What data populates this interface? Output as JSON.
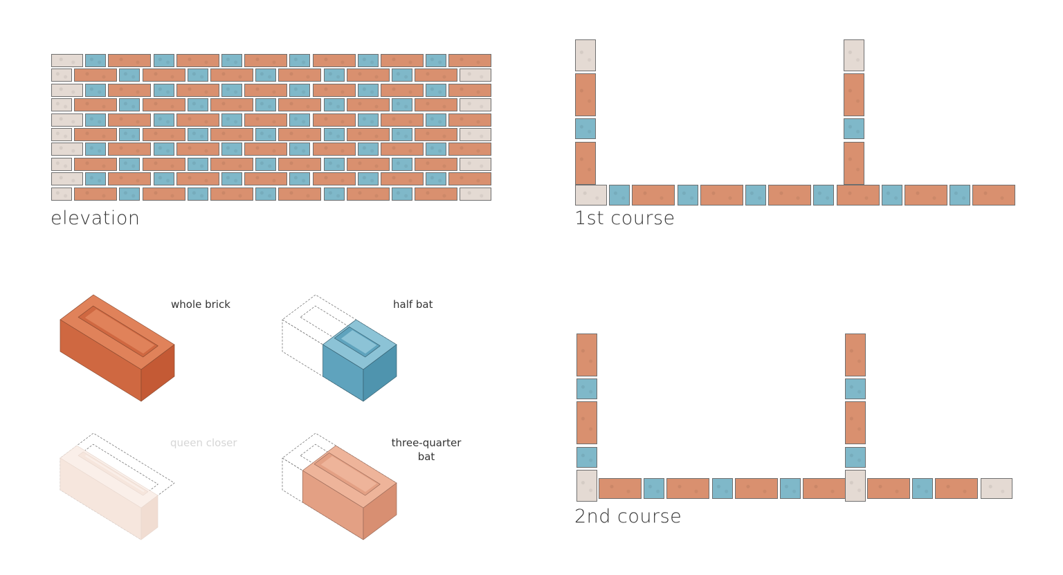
{
  "colors": {
    "whole": "#d9906f",
    "half": "#7fb8c9",
    "closer": "#e4dad3",
    "mortar": "#ffffff",
    "iso_whole": [
      "#e0825a",
      "#cf6841",
      "#c45a35"
    ],
    "iso_half": [
      "#8cc3d6",
      "#5fa3bd",
      "#4f94ae"
    ],
    "iso_three_quarter": [
      "#eeb49a",
      "#e3a084",
      "#d88f72"
    ],
    "iso_queen_closer": [
      "#faefe9",
      "#f6e6dd",
      "#f1ddd2"
    ]
  },
  "legend_codes": {
    "W": "whole brick",
    "H": "half bat",
    "Q": "queen closer"
  },
  "elevation": {
    "title": "elevation",
    "rows": [
      [
        "Qw",
        "H",
        "W",
        "H",
        "W",
        "H",
        "W",
        "H",
        "W",
        "H",
        "W",
        "H",
        "W"
      ],
      [
        "Q",
        "W",
        "H",
        "W",
        "H",
        "W",
        "H",
        "W",
        "H",
        "W",
        "H",
        "W",
        "Qw"
      ],
      [
        "Qw",
        "H",
        "W",
        "H",
        "W",
        "H",
        "W",
        "H",
        "W",
        "H",
        "W",
        "H",
        "W"
      ],
      [
        "Q",
        "W",
        "H",
        "W",
        "H",
        "W",
        "H",
        "W",
        "H",
        "W",
        "H",
        "W",
        "Qw"
      ],
      [
        "Qw",
        "H",
        "W",
        "H",
        "W",
        "H",
        "W",
        "H",
        "W",
        "H",
        "W",
        "H",
        "W"
      ],
      [
        "Q",
        "W",
        "H",
        "W",
        "H",
        "W",
        "H",
        "W",
        "H",
        "W",
        "H",
        "W",
        "Qw"
      ],
      [
        "Qw",
        "H",
        "W",
        "H",
        "W",
        "H",
        "W",
        "H",
        "W",
        "H",
        "W",
        "H",
        "W"
      ],
      [
        "Q",
        "W",
        "H",
        "W",
        "H",
        "W",
        "H",
        "W",
        "H",
        "W",
        "H",
        "W",
        "Qw"
      ],
      [
        "Qw",
        "H",
        "W",
        "H",
        "W",
        "H",
        "W",
        "H",
        "W",
        "H",
        "W",
        "H",
        "W"
      ],
      [
        "Q",
        "W",
        "H",
        "W",
        "H",
        "W",
        "H",
        "W",
        "H",
        "W",
        "H",
        "W",
        "Qw"
      ]
    ]
  },
  "course1": {
    "title": "1st course",
    "horizontal": [
      "Qw",
      "H",
      "W",
      "H",
      "W",
      "H",
      "W",
      "H",
      "W",
      "H",
      "W",
      "H",
      "W"
    ],
    "column_left": [
      "Qw",
      "W",
      "H",
      "W"
    ],
    "column_right": [
      "Qw",
      "W",
      "H",
      "W"
    ]
  },
  "course2": {
    "title": "2nd course",
    "column_left": [
      "W",
      "H",
      "W",
      "H",
      "Qw"
    ],
    "horizontal_a": [
      "W",
      "H",
      "W",
      "H",
      "W",
      "H",
      "W"
    ],
    "column_right": [
      "W",
      "H",
      "W",
      "H",
      "Qw"
    ],
    "horizontal_b": [
      "W",
      "H",
      "W",
      "Qw"
    ]
  },
  "bricks": {
    "whole": {
      "label": "whole brick"
    },
    "half": {
      "label": "half bat",
      "fraction": 0.5
    },
    "queen": {
      "label": "queen closer",
      "fraction": 0.5
    },
    "three_quarter": {
      "label_line1": "three-quarter",
      "label_line2": "bat",
      "fraction": 0.75
    }
  }
}
